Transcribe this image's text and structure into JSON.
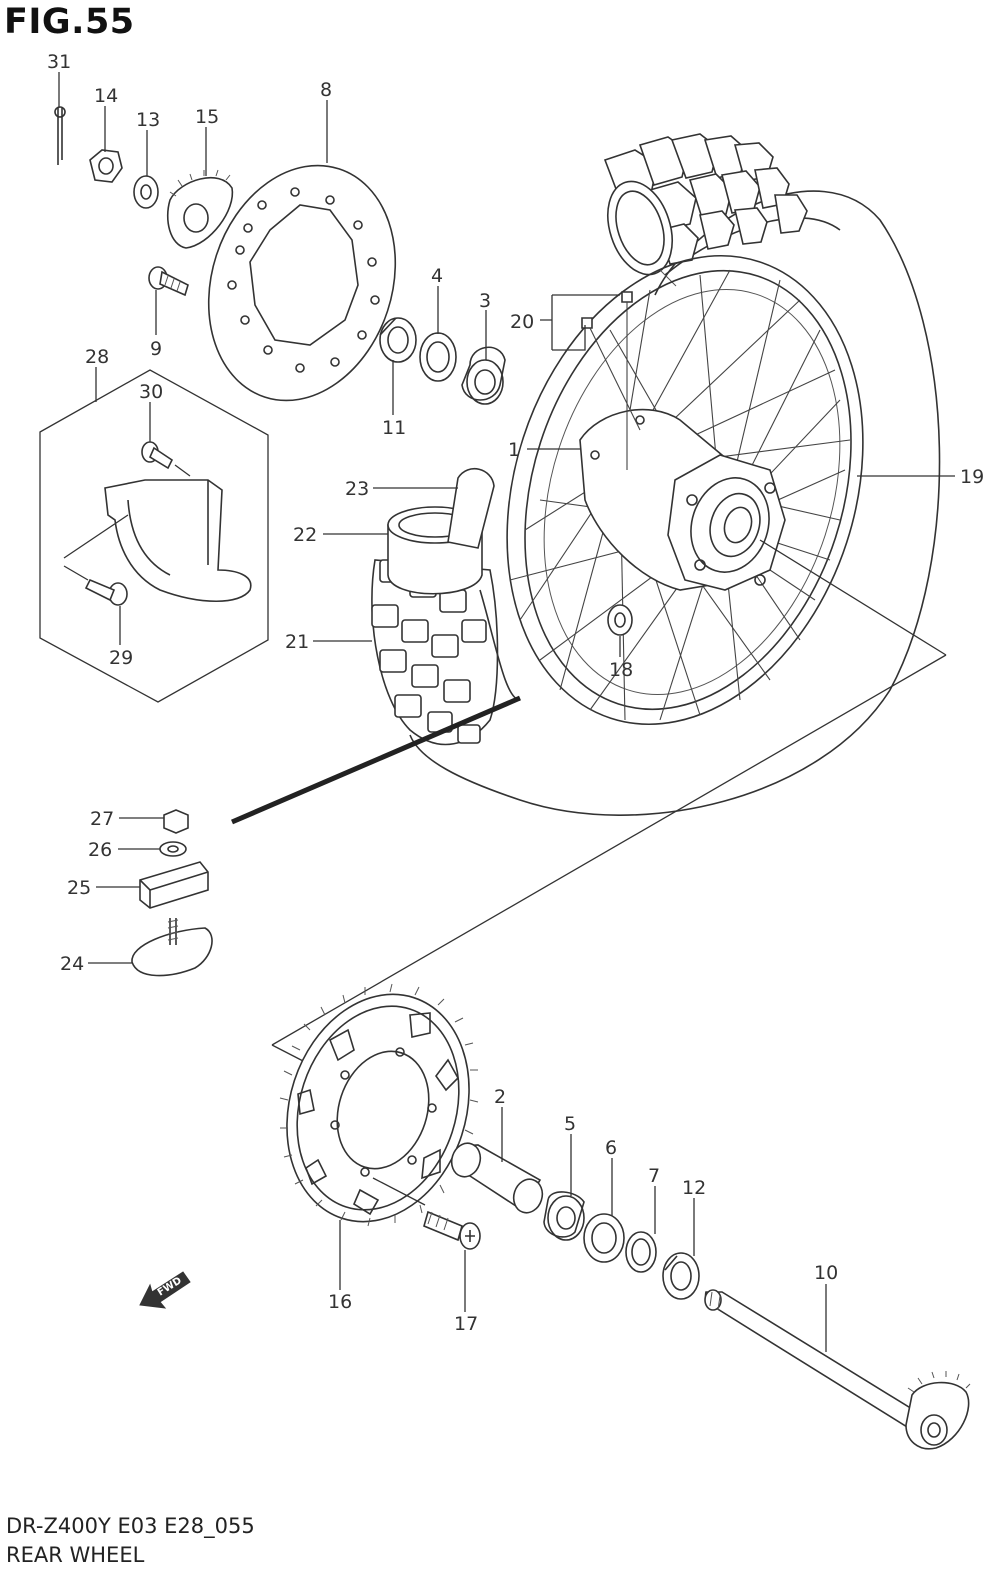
{
  "figure": {
    "title": "FIG.55",
    "model_code": "DR-Z400Y E03 E28_055",
    "name": "REAR WHEEL",
    "direction_label": "FWD"
  },
  "callouts": [
    "1",
    "2",
    "3",
    "4",
    "5",
    "6",
    "7",
    "8",
    "9",
    "10",
    "11",
    "12",
    "13",
    "14",
    "15",
    "16",
    "17",
    "18",
    "19",
    "20",
    "21",
    "22",
    "23",
    "24",
    "25",
    "26",
    "27",
    "28",
    "29",
    "30",
    "31"
  ]
}
